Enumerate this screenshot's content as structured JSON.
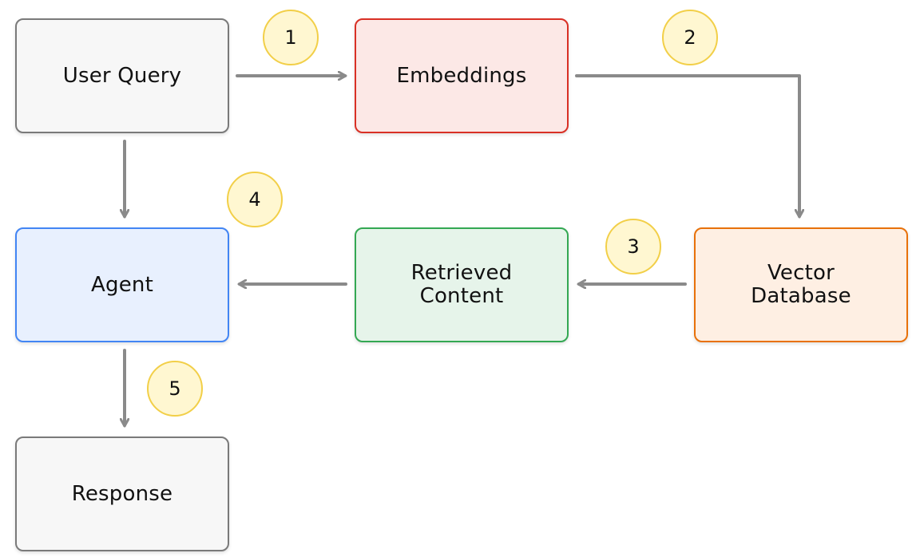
{
  "colors": {
    "neutral_fill": "#f7f7f7",
    "neutral_border": "#7a7a7a",
    "embeddings_fill": "#fce8e6",
    "embeddings_border": "#d93025",
    "agent_fill": "#e8f0fe",
    "agent_border": "#4285f4",
    "retrieved_fill": "#e6f4ea",
    "retrieved_border": "#34a853",
    "vector_fill": "#feefe3",
    "vector_border": "#e8710a",
    "badge_fill": "#fff7d1",
    "badge_border": "#f2cf48",
    "arrow": "#8a8a8a"
  },
  "nodes": {
    "user_query": "User Query",
    "embeddings": "Embeddings",
    "agent": "Agent",
    "retrieved_content": "Retrieved\nContent",
    "vector_database": "Vector\nDatabase",
    "response": "Response"
  },
  "steps": [
    "1",
    "2",
    "3",
    "4",
    "5"
  ],
  "edges": [
    {
      "from": "user_query",
      "to": "embeddings"
    },
    {
      "from": "embeddings",
      "to": "vector_database"
    },
    {
      "from": "vector_database",
      "to": "retrieved_content"
    },
    {
      "from": "retrieved_content",
      "to": "agent"
    },
    {
      "from": "user_query",
      "to": "agent"
    },
    {
      "from": "agent",
      "to": "response"
    }
  ]
}
